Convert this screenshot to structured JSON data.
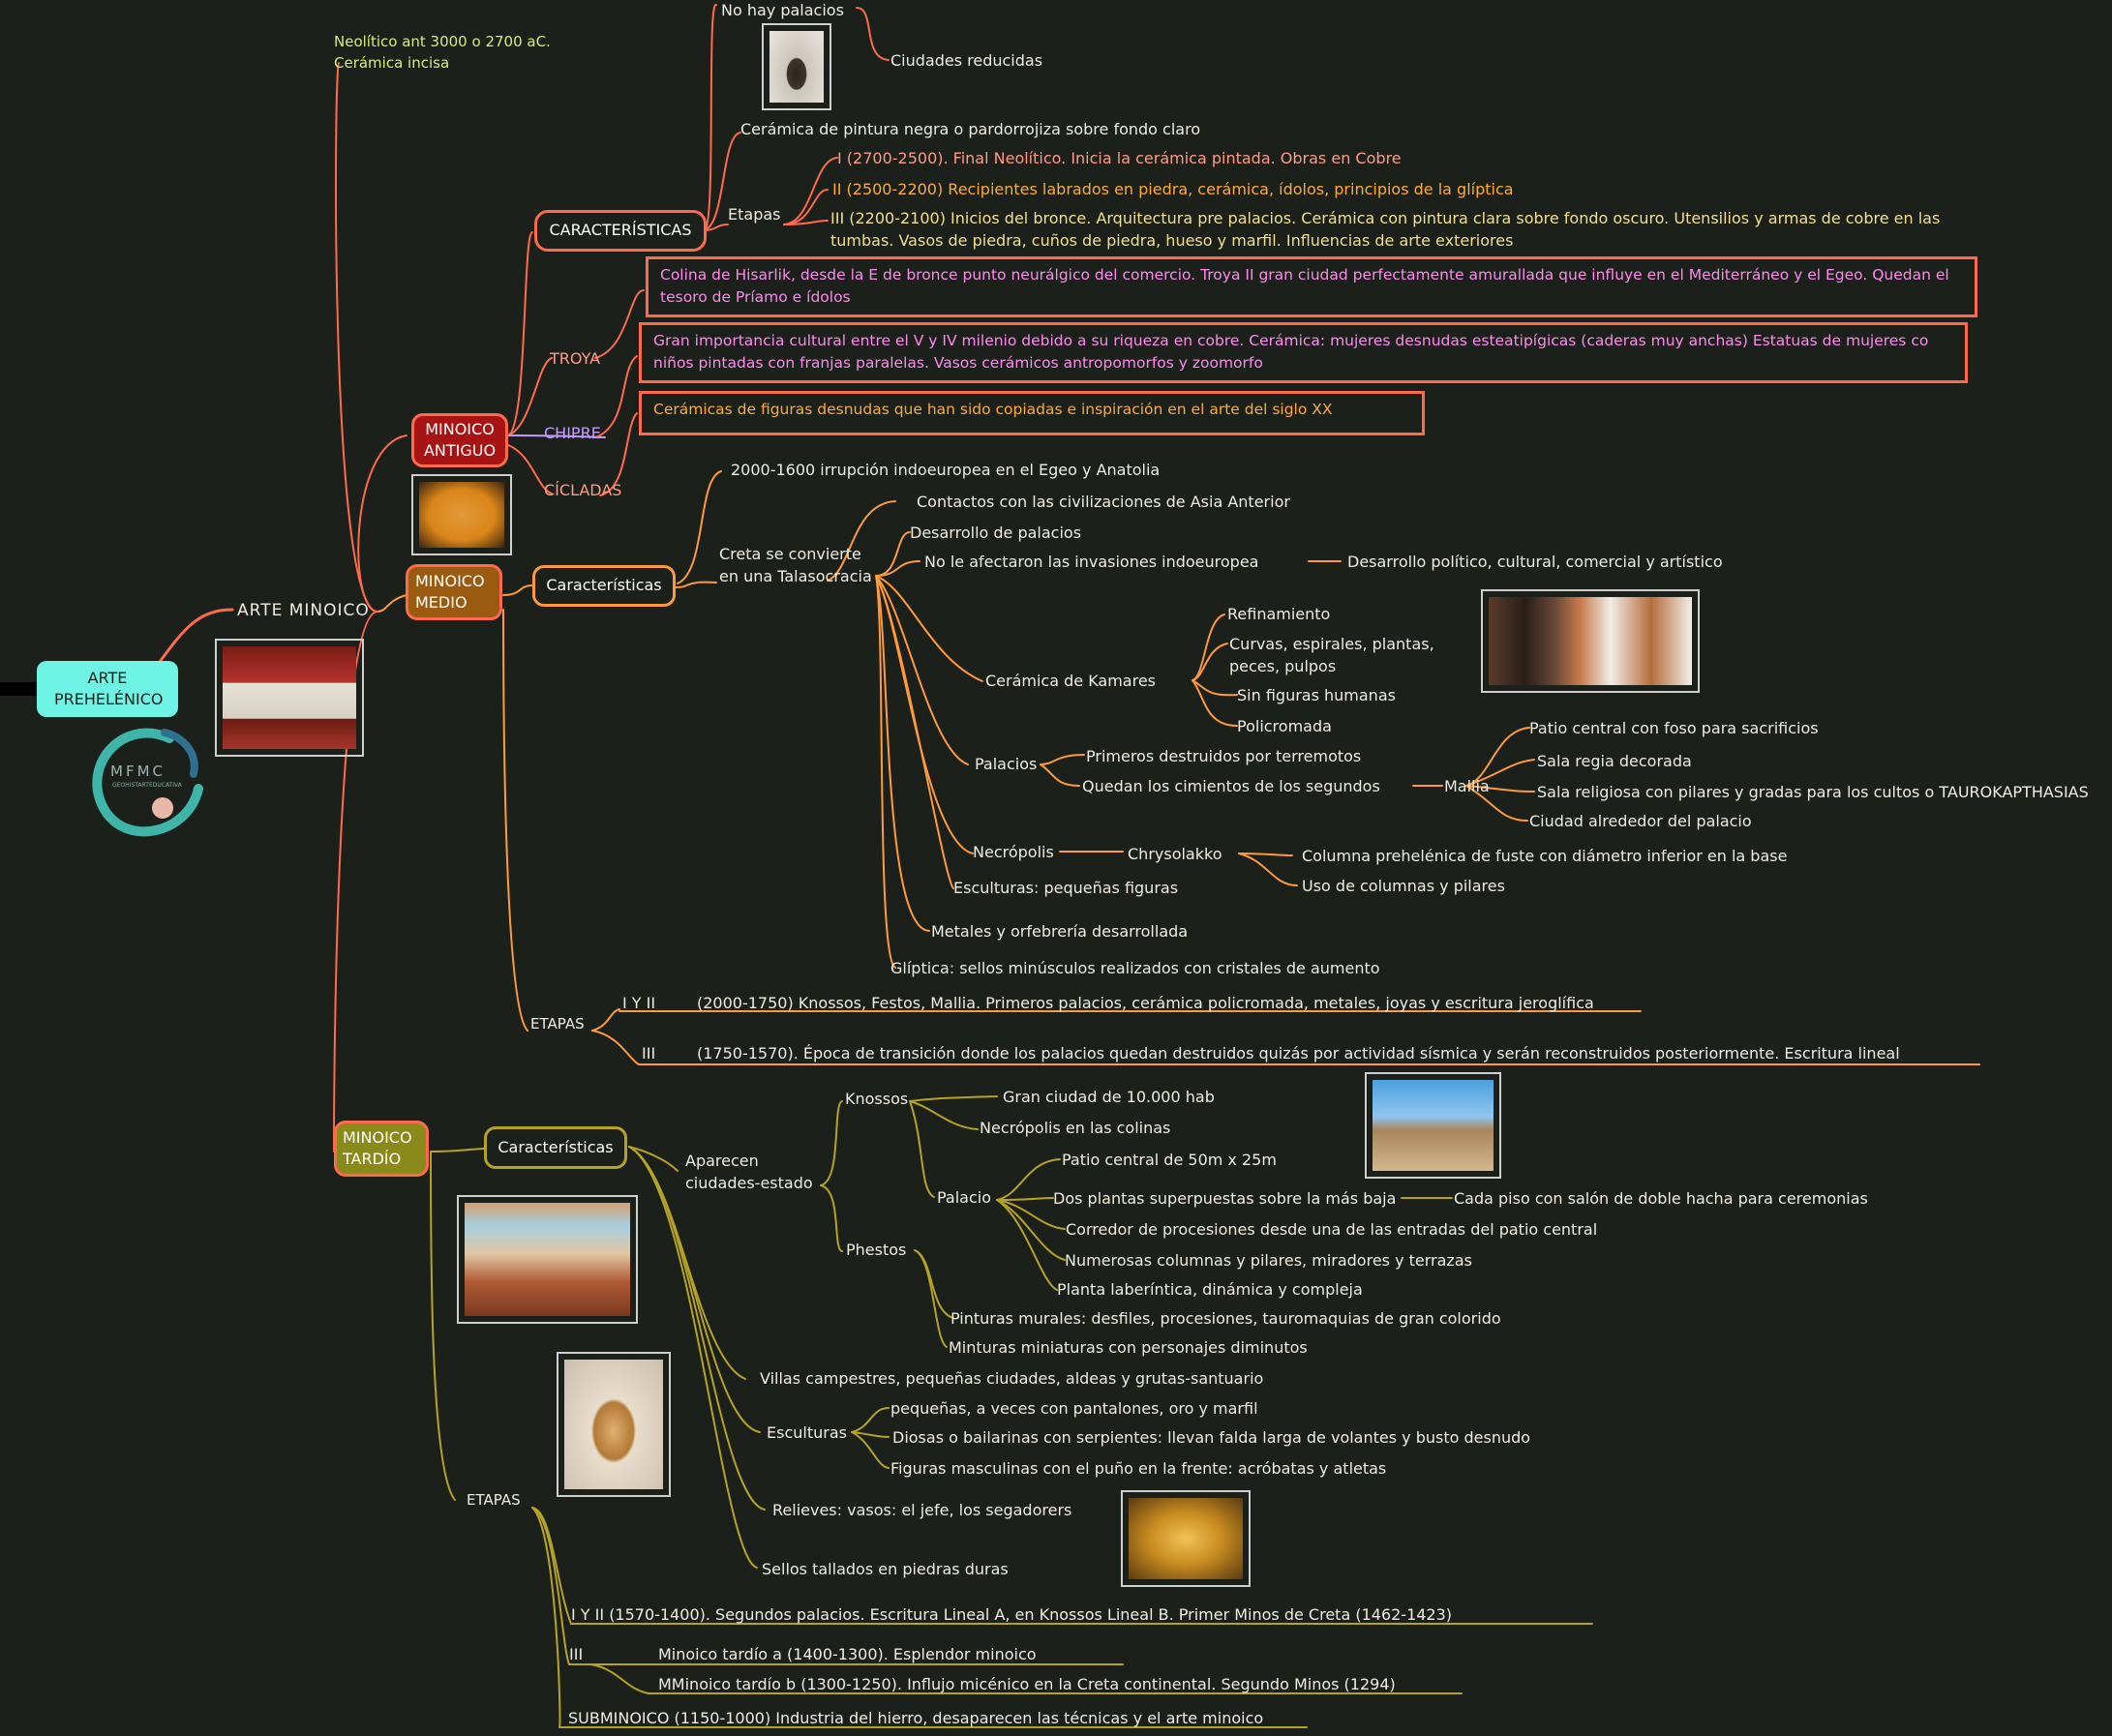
{
  "root": {
    "label": "ARTE PREHELÉNICO"
  },
  "logo": {
    "text": "MFMC",
    "subtext": "GEOHISTARTEDUCATIVA"
  },
  "main": {
    "label": "ARTE MINOICO"
  },
  "neolitico": "Neolítico ant 3000 o 2700 aC. Cerámica incisa",
  "antiguo": {
    "label": "MINOICO ANTIGUO",
    "caracteristicas": {
      "label": "CARACTERÍSTICAS",
      "no_palacios": "No hay palacios",
      "ciudades": "Ciudades reducidas",
      "ceramica": "Cerámica de pintura negra o pardorrojiza sobre fondo claro",
      "etapas_label": "Etapas",
      "etapas": [
        "I (2700-2500). Final Neolítico. Inicia la cerámica pintada. Obras en Cobre",
        "II (2500-2200) Recipientes labrados en piedra, cerámica, ídolos, principios de la glíptica",
        "III (2200-2100) Inicios del bronce. Arquitectura pre palacios. Cerámica con pintura clara sobre fondo oscuro. Utensilios y armas de cobre en las tumbas. Vasos de piedra, cuños de piedra, hueso y marfil. Influencias de arte exteriores"
      ]
    },
    "troya": {
      "label": "TROYA",
      "text": "Colina de Hisarlik, desde la E de bronce punto neurálgico del comercio. Troya II gran ciudad perfectamente amurallada que influye en el Mediterráneo y el Egeo. Quedan el tesoro de Príamo e ídolos"
    },
    "chipre": {
      "label": "CHIPRE",
      "text": "Gran importancia cultural  entre el V y IV milenio debido a su riqueza en cobre. Cerámica: mujeres desnudas esteatipígicas (caderas muy anchas) Estatuas de mujeres co niños pintadas con franjas paralelas. Vasos cerámicos antropomorfos y zoomorfo"
    },
    "cicladas": {
      "label": "CÍCLADAS",
      "text": "Cerámicas de figuras desnudas que han sido copiadas e inspiración en el arte del siglo XX"
    }
  },
  "medio": {
    "label": "MINOICO MEDIO",
    "caract_label": "Características",
    "irrupcion": "2000-1600 irrupción indoeuropea en el Egeo y Anatolia",
    "talasocracia": "Creta se convierte en una Talasocracia",
    "contactos": "Contactos con las civilizaciones de Asia Anterior",
    "desarrollo_palacios": "Desarrollo de palacios",
    "no_afectaron": "No le afectaron las invasiones indoeuropea",
    "desarrollo_politico": "Desarrollo político, cultural, comercial y artístico",
    "kamares": {
      "label": "Cerámica de Kamares",
      "items": [
        "Refinamiento",
        "Curvas, espirales, plantas, peces, pulpos",
        "Sin figuras humanas",
        "Policromada"
      ]
    },
    "palacios": {
      "label": "Palacios",
      "primeros": "Primeros destruidos por terremotos",
      "quedan": "Quedan los cimientos de los segundos",
      "mallia": "Mallia",
      "mallia_items": [
        "Patio central con foso para sacrificios",
        "Sala regia decorada",
        "Sala religiosa con pilares y gradas para los cultos o TAUROKAPTHASIAS",
        "Ciudad alrededor del palacio"
      ]
    },
    "necropolis": {
      "label": "Necrópolis",
      "chrysolakko": "Chrysolakko",
      "items": [
        "Columna prehelénica de fuste con diámetro inferior en la base",
        "Uso de columnas y pilares"
      ]
    },
    "esculturas": "Esculturas: pequeñas figuras",
    "metales": "Metales y orfebrería desarrollada",
    "gliptica": "Glíptica: sellos minúsculos realizados con cristales de aumento",
    "etapas_label": "ETAPAS",
    "etapa1_label": "I Y II",
    "etapa1": "(2000-1750) Knossos, Festos, Mallia. Primeros palacios, cerámica policromada, metales, joyas y escritura jeroglífica",
    "etapa3_label": "III",
    "etapa3": "(1750-1570). Época de transición donde los palacios quedan destruidos quizás por actividad sísmica y serán reconstruidos posteriormente. Escritura lineal"
  },
  "tardio": {
    "label": "MINOICO TARDÍO",
    "caract_label": "Características",
    "aparecen": "Aparecen ciudades-estado",
    "knossos": "Knossos",
    "gran_ciudad": "Gran ciudad de 10.000 hab",
    "necropolis": "Necrópolis en las colinas",
    "palacio": "Palacio",
    "patio": "Patio central de 50m x 25m",
    "dos_plantas": "Dos plantas superpuestas sobre la más baja",
    "cada_piso": "Cada piso con salón de doble hacha para ceremonias",
    "corredor": "Corredor de procesiones desde una de las entradas del patio central",
    "numerosas": "Numerosas columnas y pilares, miradores y terrazas",
    "planta": "Planta laberíntica, dinámica y compleja",
    "phestos": "Phestos",
    "pinturas": "Pinturas murales: desfiles, procesiones, tauromaquias de gran colorido",
    "minturas": "Minturas miniaturas con personajes diminutos",
    "villas": "Villas campestres, pequeñas ciudades, aldeas y grutas-santuario",
    "esculturas_label": "Esculturas",
    "esculturas": [
      "pequeñas, a veces con pantalones, oro y marfil",
      "Diosas o bailarinas con serpientes: llevan falda larga de volantes y busto desnudo",
      "Figuras masculinas con el puño en la frente: acróbatas y atletas"
    ],
    "relieves": "Relieves:  vasos: el jefe, los segadorers",
    "sellos": "Sellos tallados en piedras duras",
    "etapas_label": "ETAPAS",
    "etapa12": "I Y II (1570-1400). Segundos palacios. Escritura Lineal A, en Knossos Lineal B. Primer Minos de Creta (1462-1423)",
    "etapa3_label": "III",
    "etapa3a": "Minoico tardío a (1400-1300). Esplendor minoico",
    "etapa3b": "MMinoico tardío b (1300-1250). Influjo micénico en la Creta continental. Segundo Minos (1294)",
    "subminoico": "SUBMINOICO (1150-1000) Industria del hierro, desaparecen las técnicas y el arte minoico"
  },
  "colors": {
    "bg": "#1b211a",
    "red": "#ff6a4d",
    "orange": "#ff9a3c",
    "olive": "#b5a226",
    "cyan": "#6ff3e4"
  }
}
